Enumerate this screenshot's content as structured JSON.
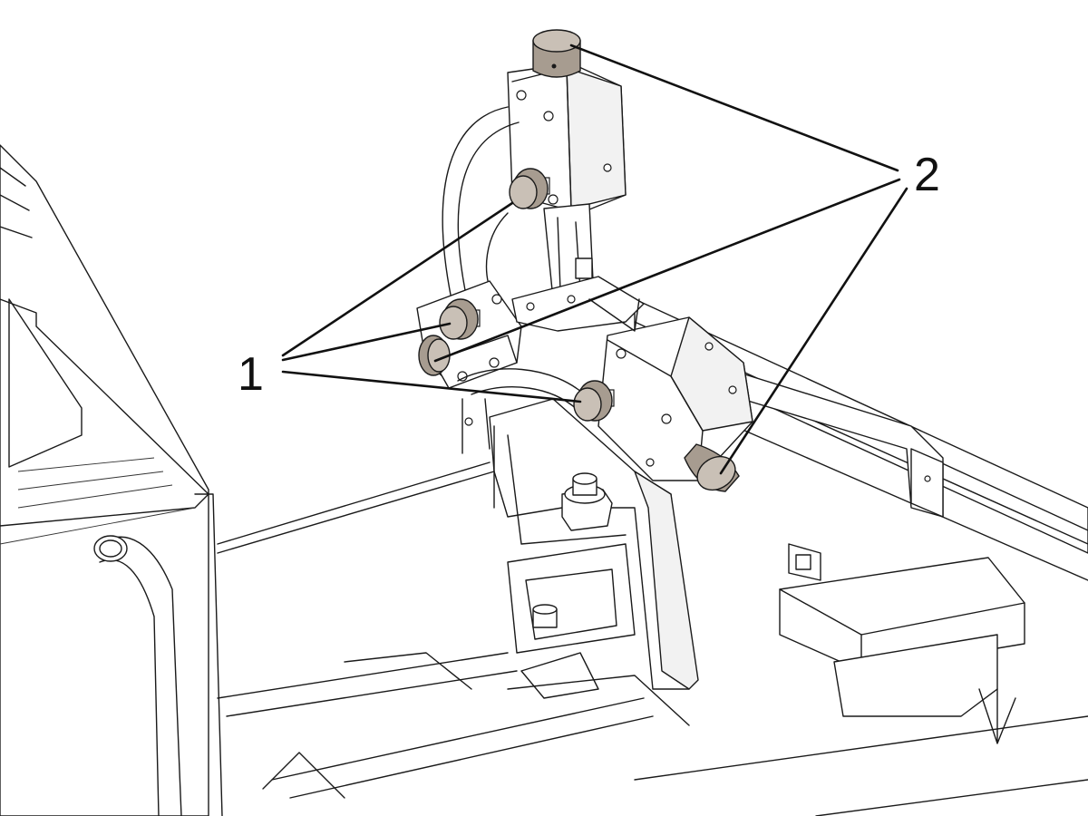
{
  "diagram": {
    "callouts": [
      {
        "label": "1",
        "meaning": ""
      },
      {
        "label": "2",
        "meaning": ""
      }
    ],
    "colors": {
      "line": "#1a1a1a",
      "knob_face": "#c9c0b6",
      "knob_side": "#a79c90",
      "background": "#ffffff"
    },
    "part_groups": {
      "callout_1_count": 3,
      "callout_2_count": 3
    }
  }
}
